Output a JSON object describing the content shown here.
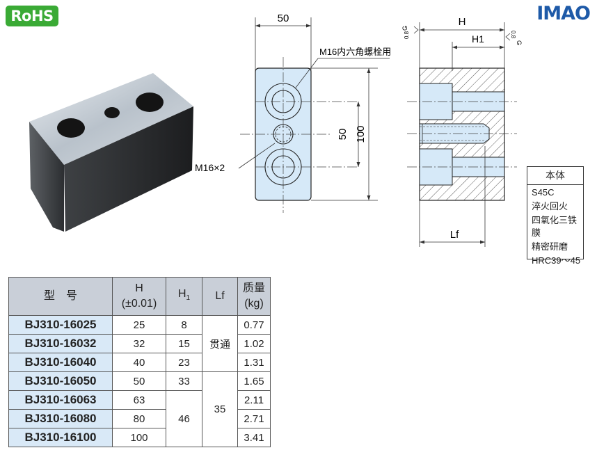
{
  "logo": {
    "rohs": "RoHS",
    "brand": "IMAO"
  },
  "drawing": {
    "width_label": "50",
    "spacing_label": "50",
    "height_label": "100",
    "bolt_note": "M16内六角螺栓用",
    "thread_note": "M16×2",
    "side_h": "H",
    "side_h1": "H1",
    "side_lf": "Lf",
    "roughness_top": "0.8",
    "roughness_g": "G"
  },
  "material": {
    "header": "本体",
    "lines": [
      "S45C",
      "淬火回火",
      "四氧化三铁膜",
      "精密研磨",
      "HRC39～45"
    ]
  },
  "table": {
    "headers": {
      "model": "型　号",
      "h": "H",
      "h_tol": "(±0.01)",
      "h1": "H",
      "h1_sub": "1",
      "lf": "Lf",
      "mass": "质量",
      "mass_unit": "(kg)"
    },
    "rows": [
      {
        "model": "BJ310-16025",
        "h": "25",
        "h1": "8",
        "lf": "贯通",
        "mass": "0.77"
      },
      {
        "model": "BJ310-16032",
        "h": "32",
        "h1": "15",
        "lf": "贯通",
        "mass": "1.02"
      },
      {
        "model": "BJ310-16040",
        "h": "40",
        "h1": "23",
        "lf": "贯通",
        "mass": "1.31"
      },
      {
        "model": "BJ310-16050",
        "h": "50",
        "h1": "33",
        "lf": "35",
        "mass": "1.65"
      },
      {
        "model": "BJ310-16063",
        "h": "63",
        "h1": "46",
        "lf": "35",
        "mass": "2.11"
      },
      {
        "model": "BJ310-16080",
        "h": "80",
        "h1": "46",
        "lf": "35",
        "mass": "2.71"
      },
      {
        "model": "BJ310-16100",
        "h": "100",
        "h1": "46",
        "lf": "35",
        "mass": "3.41"
      }
    ]
  }
}
